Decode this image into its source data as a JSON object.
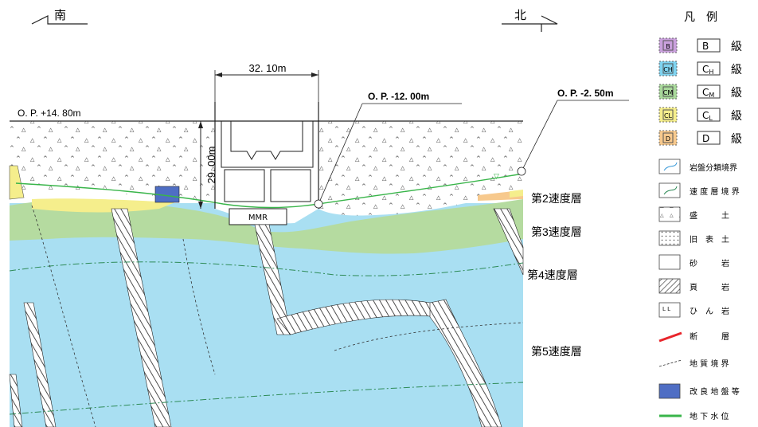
{
  "compass": {
    "south": "南",
    "north": "北"
  },
  "dimensions": {
    "width": "32. 10m",
    "height": "29. 00m",
    "ground_level": "O. P. +14. 80m",
    "base_level": "O. P. -12. 00m",
    "groundwater_level": "O. P. -2. 50m"
  },
  "structure_label": "MMR",
  "velocity_layers": [
    "第2速度層",
    "第3速度層",
    "第4速度層",
    "第5速度層"
  ],
  "legend": {
    "title": "凡　例",
    "grades": [
      {
        "code": "B",
        "sub": "",
        "label": "級",
        "color": "#c9a0dc"
      },
      {
        "code": "C",
        "sub": "H",
        "label": "級",
        "color": "#7fd3f0"
      },
      {
        "code": "C",
        "sub": "M",
        "label": "級",
        "color": "#a8d89a"
      },
      {
        "code": "C",
        "sub": "L",
        "label": "級",
        "color": "#f5ee8c"
      },
      {
        "code": "D",
        "sub": "",
        "label": "級",
        "color": "#f7c98d"
      }
    ],
    "symbols": [
      {
        "label": "岩盤分類境界",
        "icon": "rock-boundary-icon"
      },
      {
        "label": "速 度 層 境 界",
        "icon": "velocity-boundary-icon"
      },
      {
        "label": "盛　　　土",
        "icon": "fill-icon"
      },
      {
        "label": "旧　表　土",
        "icon": "old-topsoil-icon"
      },
      {
        "label": "砂　　　岩",
        "icon": "sandstone-icon"
      },
      {
        "label": "頁　　　岩",
        "icon": "shale-icon"
      },
      {
        "label": "ひ　ん　岩",
        "icon": "porphyrite-icon"
      },
      {
        "label": "断　　　層",
        "icon": "fault-icon"
      },
      {
        "label": "地 質 境 界",
        "icon": "geologic-boundary-icon"
      },
      {
        "label": "改 良 地 盤 等",
        "icon": "improved-ground-icon"
      },
      {
        "label": "地 下 水 位",
        "icon": "groundwater-icon"
      }
    ]
  },
  "colors": {
    "fill_area": "#ffffff",
    "sandstone_blue": "#a9dff2",
    "cm_green": "#b5dba0",
    "cl_yellow": "#f5ee8c",
    "d_orange": "#f7c98d",
    "fault": "#e8252b",
    "groundwater": "#39b54a",
    "improved": "#4f6ec4"
  }
}
